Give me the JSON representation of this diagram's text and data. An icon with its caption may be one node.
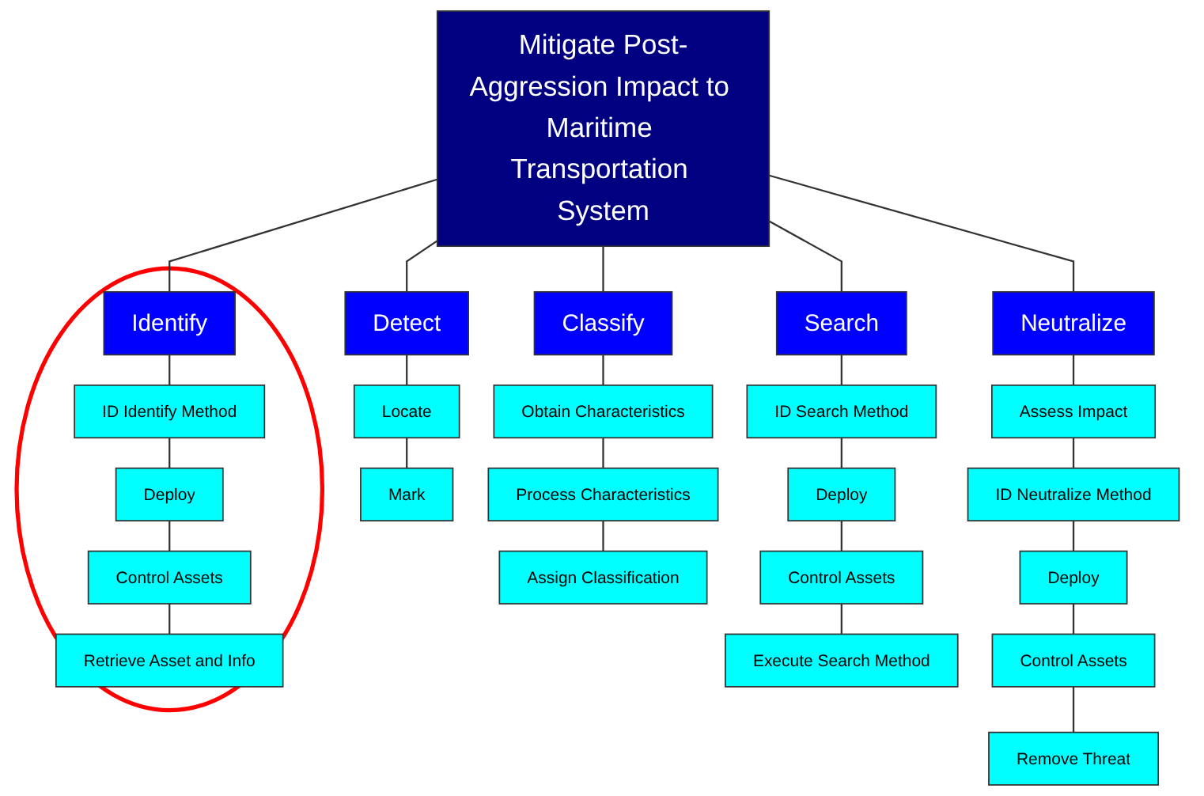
{
  "diagram": {
    "nodes": [
      {
        "text": [
          "Mitigate Post-Aggression Impact to Maritime Transportation System"
        ]
      },
      {
        "text": [
          "Search"
        ]
      },
      {
        "text": [
          "ID Search Method"
        ]
      },
      {
        "text": [
          "Deploy"
        ]
      },
      {
        "text": [
          "Control Assets"
        ]
      },
      {
        "text": [
          "Execute Search Method"
        ]
      },
      {
        "text": [
          "Detect"
        ]
      },
      {
        "text": [
          "Locate"
        ]
      },
      {
        "text": [
          "Mark"
        ]
      },
      {
        "text": [
          "Classify"
        ]
      },
      {
        "text": [
          "Obtain Characteristics"
        ]
      },
      {
        "text": [
          "Process Characteristics"
        ]
      },
      {
        "text": [
          "Assign Classification"
        ]
      },
      {
        "text": [],
        "shape": "ellipse"
      },
      {
        "text": [
          "Identify"
        ],
        "in": 13
      },
      {
        "text": [
          "ID Identify Method"
        ],
        "in": 13
      },
      {
        "text": [
          "Deploy"
        ],
        "in": 13
      },
      {
        "text": [
          "Control Assets"
        ],
        "in": 13
      },
      {
        "text": [
          "Retrieve Asset and Info"
        ],
        "in": 13
      },
      {
        "text": [
          "Neutralize"
        ]
      },
      {
        "text": [
          "Assess Impact"
        ]
      },
      {
        "text": [
          "ID Neutralize Method"
        ]
      },
      {
        "text": [
          "Deploy"
        ]
      },
      {
        "text": [
          "Control Assets"
        ]
      },
      {
        "text": [
          "Remove Threat"
        ]
      }
    ],
    "edges": [
      {
        "from": 0,
        "to": 1,
        "arrow": "none"
      },
      {
        "from": 0,
        "to": 6,
        "arrow": "none"
      },
      {
        "from": 0,
        "to": 9,
        "arrow": "none"
      },
      {
        "from": 0,
        "to": 14,
        "arrow": "none"
      },
      {
        "from": 0,
        "to": 19,
        "arrow": "none"
      },
      {
        "from": 1,
        "to": 2,
        "arrow": "none"
      },
      {
        "from": 2,
        "to": 3,
        "arrow": "none"
      },
      {
        "from": 3,
        "to": 4,
        "arrow": "none"
      },
      {
        "from": 4,
        "to": 5,
        "arrow": "none"
      },
      {
        "from": 6,
        "to": 7,
        "arrow": "none"
      },
      {
        "from": 7,
        "to": 8,
        "arrow": "none"
      },
      {
        "from": 9,
        "to": 10,
        "arrow": "none"
      },
      {
        "from": 10,
        "to": 11,
        "arrow": "none"
      },
      {
        "from": 11,
        "to": 12,
        "arrow": "none"
      },
      {
        "from": 14,
        "to": 15,
        "arrow": "none"
      },
      {
        "from": 15,
        "to": 16,
        "arrow": "none"
      },
      {
        "from": 16,
        "to": 17,
        "arrow": "none"
      },
      {
        "from": 17,
        "to": 18,
        "arrow": "none"
      },
      {
        "from": 19,
        "to": 20,
        "arrow": "none"
      },
      {
        "from": 20,
        "to": 21,
        "arrow": "none"
      },
      {
        "from": 21,
        "to": 22,
        "arrow": "none"
      },
      {
        "from": 22,
        "to": 23,
        "arrow": "none"
      },
      {
        "from": 23,
        "to": 24,
        "arrow": "none"
      }
    ]
  }
}
